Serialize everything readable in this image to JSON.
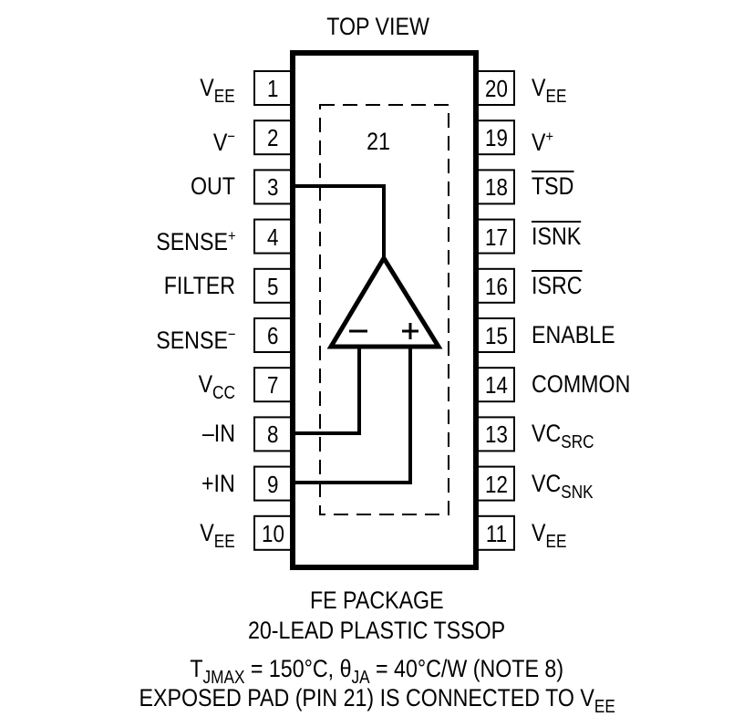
{
  "diagram": {
    "title": "TOP VIEW",
    "exposed_pad_label": "21",
    "amplifier": {
      "minus_symbol": "−",
      "plus_symbol": "+"
    },
    "left_pins": [
      {
        "num": "1",
        "name": "V",
        "sub": "EE",
        "sup": "",
        "overline": false
      },
      {
        "num": "2",
        "name": "V",
        "sub": "",
        "sup": "−",
        "overline": false
      },
      {
        "num": "3",
        "name": "OUT",
        "sub": "",
        "sup": "",
        "overline": false
      },
      {
        "num": "4",
        "name": "SENSE",
        "sub": "",
        "sup": "+",
        "overline": false
      },
      {
        "num": "5",
        "name": "FILTER",
        "sub": "",
        "sup": "",
        "overline": false
      },
      {
        "num": "6",
        "name": "SENSE",
        "sub": "",
        "sup": "−",
        "overline": false
      },
      {
        "num": "7",
        "name": "V",
        "sub": "CC",
        "sup": "",
        "overline": false
      },
      {
        "num": "8",
        "name": "–IN",
        "sub": "",
        "sup": "",
        "overline": false
      },
      {
        "num": "9",
        "name": "+IN",
        "sub": "",
        "sup": "",
        "overline": false
      },
      {
        "num": "10",
        "name": "V",
        "sub": "EE",
        "sup": "",
        "overline": false
      }
    ],
    "right_pins": [
      {
        "num": "20",
        "name": "V",
        "sub": "EE",
        "sup": "",
        "overline": false
      },
      {
        "num": "19",
        "name": "V",
        "sub": "",
        "sup": "+",
        "overline": false
      },
      {
        "num": "18",
        "name": "TSD",
        "sub": "",
        "sup": "",
        "overline": true
      },
      {
        "num": "17",
        "name": "ISNK",
        "sub": "",
        "sup": "",
        "overline": true
      },
      {
        "num": "16",
        "name": "ISRC",
        "sub": "",
        "sup": "",
        "overline": true
      },
      {
        "num": "15",
        "name": "ENABLE",
        "sub": "",
        "sup": "",
        "overline": false
      },
      {
        "num": "14",
        "name": "COMMON",
        "sub": "",
        "sup": "",
        "overline": false
      },
      {
        "num": "13",
        "name": "VC",
        "sub": "SRC",
        "sup": "",
        "overline": false
      },
      {
        "num": "12",
        "name": "VC",
        "sub": "SNK",
        "sup": "",
        "overline": false
      },
      {
        "num": "11",
        "name": "V",
        "sub": "EE",
        "sup": "",
        "overline": false
      }
    ],
    "footer": {
      "package": "FE PACKAGE",
      "lead_type": "20-LEAD PLASTIC TSSOP",
      "thermal": {
        "t_prefix": "T",
        "t_sub": "JMAX",
        "t_value": " = 150°C, ",
        "theta_prefix": "θ",
        "theta_sub": "JA",
        "theta_value": " = 40°C/W (NOTE 8)"
      },
      "pad_note": {
        "text": "EXPOSED PAD (PIN 21) IS CONNECTED TO V",
        "sub": "EE"
      }
    }
  }
}
